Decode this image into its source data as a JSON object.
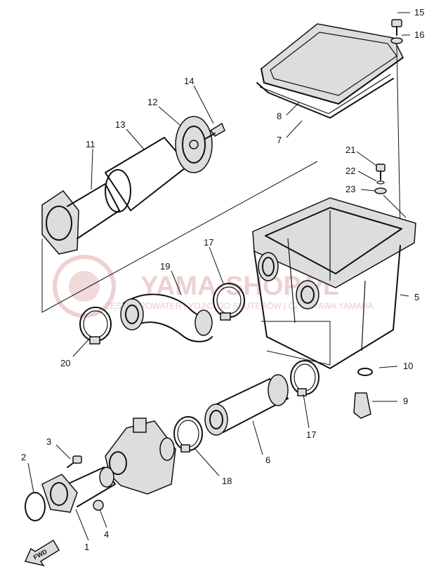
{
  "watermark": {
    "text": "YAMA-SHOP.PL",
    "subtitle": "ZĘŚCI | IROWATER | YOJICI DO SKUTERÓW | CZ | PRAWA YAMAHA",
    "color": "#e2b3b3"
  },
  "direction_marker": "FWD",
  "callouts": [
    {
      "id": "1",
      "label": "1"
    },
    {
      "id": "2",
      "label": "2"
    },
    {
      "id": "3",
      "label": "3"
    },
    {
      "id": "4",
      "label": "4"
    },
    {
      "id": "5",
      "label": "5"
    },
    {
      "id": "6",
      "label": "6"
    },
    {
      "id": "7",
      "label": "7"
    },
    {
      "id": "8",
      "label": "8"
    },
    {
      "id": "9",
      "label": "9"
    },
    {
      "id": "10",
      "label": "10"
    },
    {
      "id": "11",
      "label": "11"
    },
    {
      "id": "12",
      "label": "12"
    },
    {
      "id": "13",
      "label": "13"
    },
    {
      "id": "14",
      "label": "14"
    },
    {
      "id": "15",
      "label": "15"
    },
    {
      "id": "16",
      "label": "16"
    },
    {
      "id": "17a",
      "label": "17"
    },
    {
      "id": "17b",
      "label": "17"
    },
    {
      "id": "18",
      "label": "18"
    },
    {
      "id": "19",
      "label": "19"
    },
    {
      "id": "20",
      "label": "20"
    },
    {
      "id": "21",
      "label": "21"
    },
    {
      "id": "22",
      "label": "22"
    },
    {
      "id": "23",
      "label": "23"
    }
  ]
}
